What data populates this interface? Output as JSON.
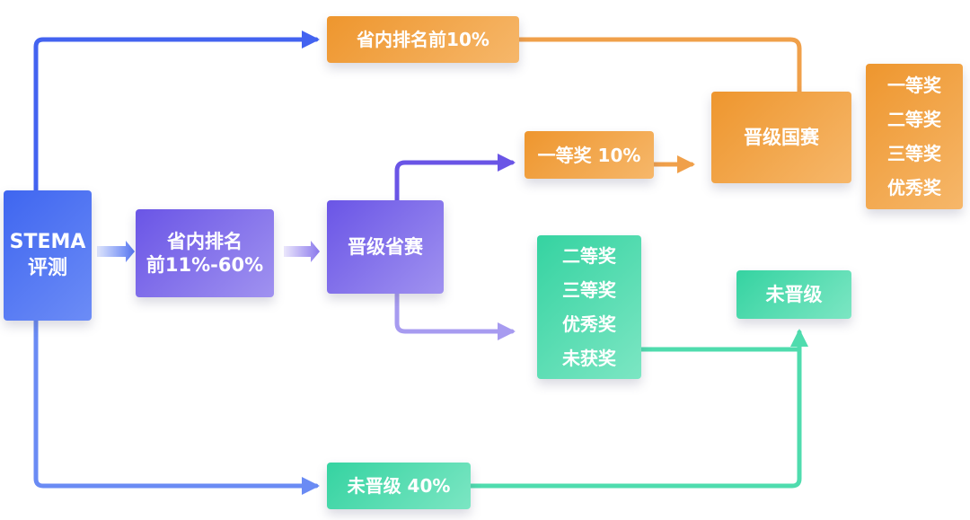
{
  "colors": {
    "blue": "#4a6cf2",
    "purple": "#7a66ea",
    "orange": "#f0a04a",
    "green": "#4fdcae"
  },
  "nodes": {
    "stema": {
      "line1": "STEMA",
      "line2": "评测"
    },
    "province_rank_mid": {
      "line1": "省内排名",
      "line2": "前11%-60%"
    },
    "province_final": {
      "label": "晋级省赛"
    },
    "top10": {
      "label": "省内排名前10%"
    },
    "first_prize_10": {
      "label": "一等奖 10%"
    },
    "national": {
      "label": "晋级国赛"
    },
    "national_awards": [
      "一等奖",
      "二等奖",
      "三等奖",
      "优秀奖"
    ],
    "province_awards": [
      "二等奖",
      "三等奖",
      "优秀奖",
      "未获奖"
    ],
    "not_advanced": {
      "label": "未晋级"
    },
    "not_advanced_40": {
      "label": "未晋级 40%"
    }
  }
}
